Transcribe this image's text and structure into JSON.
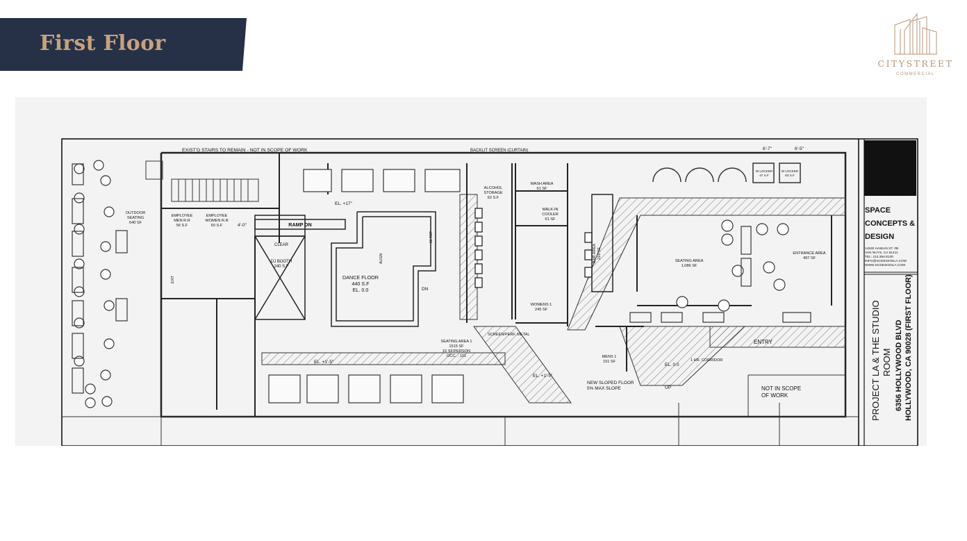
{
  "header": {
    "title": "First Floor"
  },
  "logo": {
    "name": "CITYSTREET",
    "sub": "COMMERCIAL"
  },
  "colors": {
    "banner": "#263047",
    "accent": "#c8a27c",
    "logo": "#b99374",
    "ink": "#111111"
  },
  "plan": {
    "top_note": "EXIST'G STAIRS TO REMAIN - NOT IN SCOPE OF WORK",
    "backlit": "BACKLIT SCREEN (CURTAIN)",
    "outdoor": [
      "OUTDOOR",
      "SEATING",
      "640 SF"
    ],
    "employee_men": [
      "EMPLOYEE",
      "MEN R.R",
      "56 S.F"
    ],
    "employee_women": [
      "EMPLOYEE",
      "WOMEN R.R",
      "60 S.F"
    ],
    "elev_upper": "EL. +17\"",
    "ramp": "RAMP DN",
    "dim_4_0": "4'-0\"",
    "dj_booth": [
      "CLEAR",
      "DJ BOOTH",
      "240 S.F"
    ],
    "dance_floor": [
      "DANCE FLOOR",
      "440 S.F",
      "EL. 0.0"
    ],
    "dn": "DN",
    "align": "ALIGN",
    "top16": "16 TOP",
    "exit": "EXIT",
    "alcohol": [
      "ALCOHOL",
      "STORAGE",
      "62 S.F"
    ],
    "wash": [
      "WASH AREA",
      "61 SF"
    ],
    "walkin": [
      "WALK-IN",
      "COOLER",
      "61 SF"
    ],
    "womens": [
      "WOMENS 1",
      "245 SF"
    ],
    "bar": [
      "BAR AREA",
      "216 SF"
    ],
    "seating_main": [
      "SEATING AREA",
      "1,086 SF"
    ],
    "entrance": [
      "ENTRANCE AREA",
      "497 SF"
    ],
    "lockers": [
      "W LOCKER",
      "47 S.F",
      "W LOCKER",
      "63 S.F"
    ],
    "dim_6_7": "6'-7\"",
    "dim_6_5": "6'-5\"",
    "screen_metal": "SCREEN/PERF. METAL",
    "seating_area_1": [
      "SEATING AREA 1",
      "1515 SF",
      "15 SF/PERSON",
      "OCC. : 101"
    ],
    "el_lower": "EL. +1'-5\"",
    "mens": [
      "MENS 1",
      "151 SF"
    ],
    "el_zero": "EL. 0.0",
    "corridor": "1 HR. CORRIDOR",
    "entry": "ENTRY",
    "sloped": [
      "NEW SLOPED FLOOR",
      "5% MAX SLOPE"
    ],
    "up": "UP",
    "not_scope": [
      "NOT IN SCOPE",
      "OF WORK"
    ],
    "firm": [
      "SPACE",
      "CONCEPTS &",
      "DESIGN"
    ],
    "firm_info": [
      "14530 HAMLIN ST. #B",
      "VAN NUYS, CA 91411",
      "TEL: 213.384.8130",
      "INFO@SCDESIGNLA.COM",
      "WWW.SCDESIGNLA.COM"
    ],
    "project": [
      "PROJECT LA & THE STUDIO",
      "ROOM",
      "6356 HOLLYWOOD BLVD",
      "HOLLYWOOD, CA 90028 (FIRST FLOOR)"
    ]
  }
}
